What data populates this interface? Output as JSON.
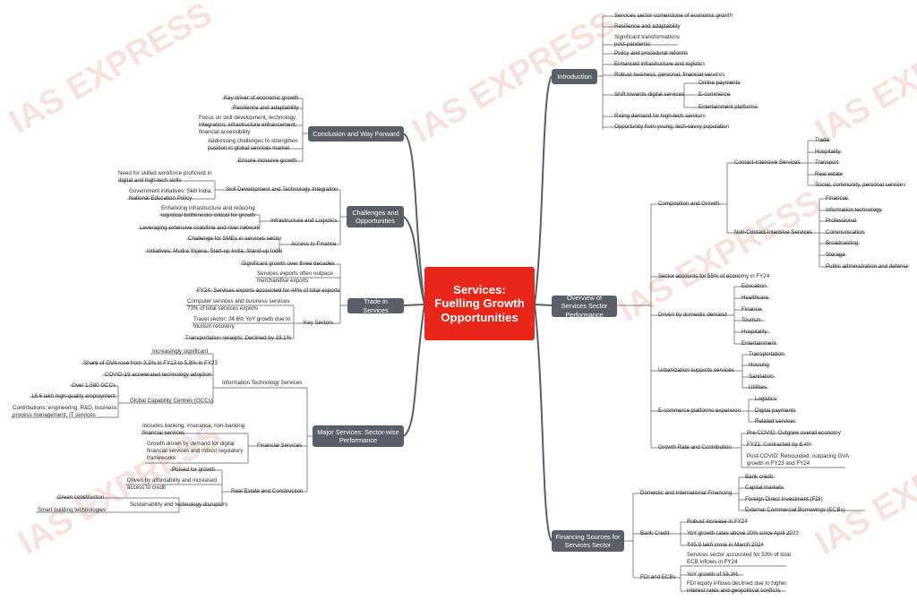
{
  "watermark": "IAS EXPRESS",
  "central": "Services:\nFuelling Growth\nOpportunities",
  "branches": {
    "introduction": "Introduction",
    "overview": "Overview of Services Sector Performance",
    "financing": "Financing Sources for Services Sector",
    "conclusion": "Conclusion and Way Forward",
    "challenges": "Challenges and Opportunities",
    "trade": "Trade in Services",
    "major": "Major Services: Sector-wise Performance"
  },
  "intro": {
    "i1": "Services sector cornerstone of economic growth",
    "i2": "Resilience and adaptability",
    "i3": "Significant transformations\npost-pandemic",
    "i4": "Policy and procedural reforms",
    "i5": "Enhanced infrastructure and logistics",
    "i6": "Robust business, personal, financial services",
    "i7": "Shift towards digital services",
    "i7a": "Online payments",
    "i7b": "E-commerce",
    "i7c": "Entertainment platforms",
    "i8": "Rising demand for high-tech services",
    "i9": "Opportunity from young, tech-savvy population"
  },
  "overview": {
    "comp": "Composition and Growth",
    "contact": "Contact-Intensive Services",
    "c1": "Trade",
    "c2": "Hospitality",
    "c3": "Transport",
    "c4": "Real estate",
    "c5": "Social, community, personal services",
    "noncontact": "Non-Contact-Intensive Services",
    "n1": "Financial",
    "n2": "Information technology",
    "n3": "Professional",
    "n4": "Communication",
    "n5": "Broadcasting",
    "n6": "Storage",
    "n7": "Public administration and defense",
    "share": "Sector accounts for 55% of economy in FY24",
    "domestic": "Driven by domestic demand",
    "d1": "Education",
    "d2": "Healthcare",
    "d3": "Finance",
    "d4": "Tourism",
    "d5": "Hospitality",
    "d6": "Entertainment",
    "urban": "Urbanization supports services",
    "u1": "Transportation",
    "u2": "Housing",
    "u3": "Sanitation",
    "u4": "Utilities",
    "ecom": "E-commerce platforms expansion",
    "e1": "Logistics",
    "e2": "Digital payments",
    "e3": "Related services",
    "rate": "Growth Rate and Contribution",
    "r1": "Pre-COVID: Outgrew overall economy",
    "r2": "FY21: Contracted by 8.4%",
    "r3": "Post-COVID: Rebounded, outpacing GVA\ngrowth in FY23 and FY24"
  },
  "financing": {
    "dom": "Domestic and International Financing",
    "f1": "Bank credit",
    "f2": "Capital markets",
    "f3": "Foreign Direct Investment (FDI)",
    "f4": "External Commercial Borrowings (ECBs)",
    "bank": "Bank Credit",
    "b1": "Robust increase in FY24",
    "b2": "YoY growth rates above 20% since April 2023",
    "b3": "₹45.9 lakh crore in March 2024",
    "fdi": "FDI and ECBs",
    "x1": "Services sector accounted for 53% of total\nECB inflows in FY24",
    "x2": "YoY growth of 58.3%",
    "x3": "FDI equity inflows declined due to higher\ninterest rates and geopolitical conflicts"
  },
  "conclusion": {
    "k1": "Key driver of economic growth",
    "k2": "Resilience and adaptability",
    "k3": "Focus on skill development, technology\nintegration, infrastructure enhancement,\nfinancial accessibility",
    "k4": "Addressing challenges to strengthen\nposition in global services market",
    "k5": "Ensure inclusive growth"
  },
  "challenges": {
    "skill": "Skill Development and Technology Integration",
    "s1": "Need for skilled workforce proficient in\ndigital and high-tech skills",
    "s2": "Government initiatives: Skill India,\nNational Education Policy",
    "infra": "Infrastructure and Logistics",
    "l1": "Enhancing infrastructure and reducing\nlogistical bottlenecks critical for growth",
    "l2": "Leveraging extensive coastline and river network",
    "access": "Access to Finance",
    "a1": "Challenge for SMEs in services sector",
    "a2": "Initiatives: Mudra Yojana, Start-up India, Stand-up India"
  },
  "trade": {
    "t1": "Significant growth over three decades",
    "t2": "Services exports often outpace\nmerchandise exports",
    "t3": "FY24: Services exports accounted for 44% of total exports",
    "key": "Key Sectors",
    "k1": "Computer services and business services:\n73% of total services exports",
    "k2": "Travel sector: 24.6% YoY growth due to\ntourism recovery",
    "k3": "Transportation receipts: Declined by 19.1%"
  },
  "major": {
    "it": "Information Technology Services",
    "it1": "Increasingly significant",
    "it2": "Share of GVA rose from 3.2% in FY13 to 5.9% in FY23",
    "it3": "COVID-19 accelerated technology adoption",
    "gcc": "Global Capability Centres (GCCs)",
    "g1": "Over 1,580 GCCs",
    "g2": "16.6 lakh high-quality employment",
    "g3": "Contributions: engineering, R&D, business\nprocess management, IT services",
    "fin": "Financial Services",
    "fs1": "Includes banking, insurance, non-banking\nfinancial services",
    "fs2": "Growth driven by demand for digital\nfinancial services and robust regulatory\nframeworks",
    "re": "Real Estate and Construction",
    "re1": "Poised for growth",
    "re2": "Driven by affordability and increased\naccess to credit",
    "sus": "Sustainability and technology disruptors",
    "su1": "Green construction",
    "su2": "Smart building technologies"
  },
  "colors": {
    "central": "#e8271a",
    "branch": "#5b5f6a",
    "line": "#5b5f6a",
    "watermark": "#f2cdc4"
  }
}
